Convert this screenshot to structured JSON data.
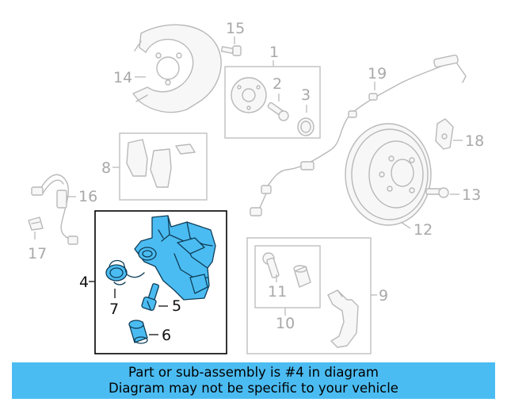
{
  "callouts": {
    "c1": "1",
    "c2": "2",
    "c3": "3",
    "c4": "4",
    "c5": "5",
    "c6": "6",
    "c7": "7",
    "c8": "8",
    "c9": "9",
    "c10": "10",
    "c11": "11",
    "c12": "12",
    "c13": "13",
    "c14": "14",
    "c15": "15",
    "c16": "16",
    "c17": "17",
    "c18": "18",
    "c19": "19"
  },
  "banner": {
    "line1": "Part or sub-assembly is #4 in diagram",
    "line2": "Diagram may not be specific to your vehicle"
  },
  "colors": {
    "highlight": "#4bbcf2",
    "ghost": "#b9b9b9",
    "callout_active": "#111111"
  }
}
